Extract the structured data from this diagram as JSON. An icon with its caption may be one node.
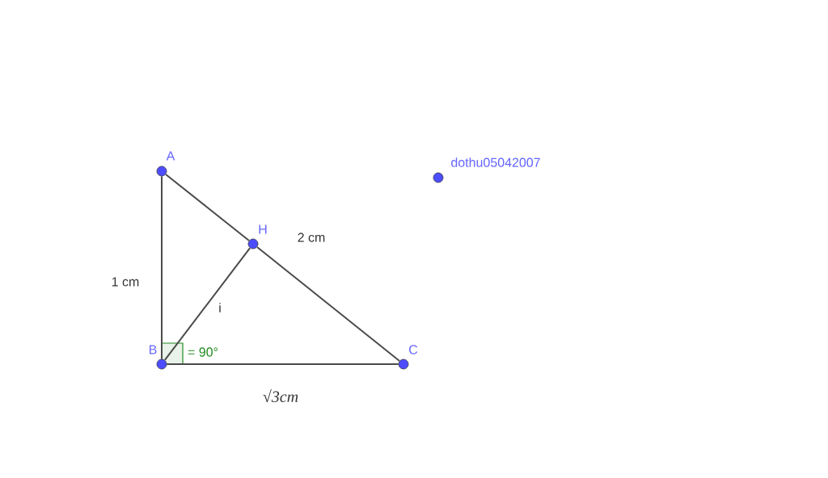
{
  "diagram": {
    "nodes": [
      {
        "text": [
          "A"
        ]
      },
      {
        "text": [
          "H"
        ]
      },
      {
        "text": [
          "B"
        ]
      },
      {
        "text": [
          "C"
        ]
      },
      {
        "text": [
          "dothu05042007"
        ]
      }
    ],
    "edges": [
      {
        "from": 0,
        "to": 2,
        "arrow": "none",
        "label": "1 cm"
      },
      {
        "from": 0,
        "to": 1,
        "arrow": "none"
      },
      {
        "from": 1,
        "to": 3,
        "arrow": "none",
        "label": "2 cm"
      },
      {
        "from": 2,
        "to": 1,
        "arrow": "none",
        "label": "i"
      },
      {
        "from": 2,
        "to": 3,
        "arrow": "none",
        "label": "√3cm"
      }
    ],
    "labels": [
      "= 90°"
    ]
  }
}
